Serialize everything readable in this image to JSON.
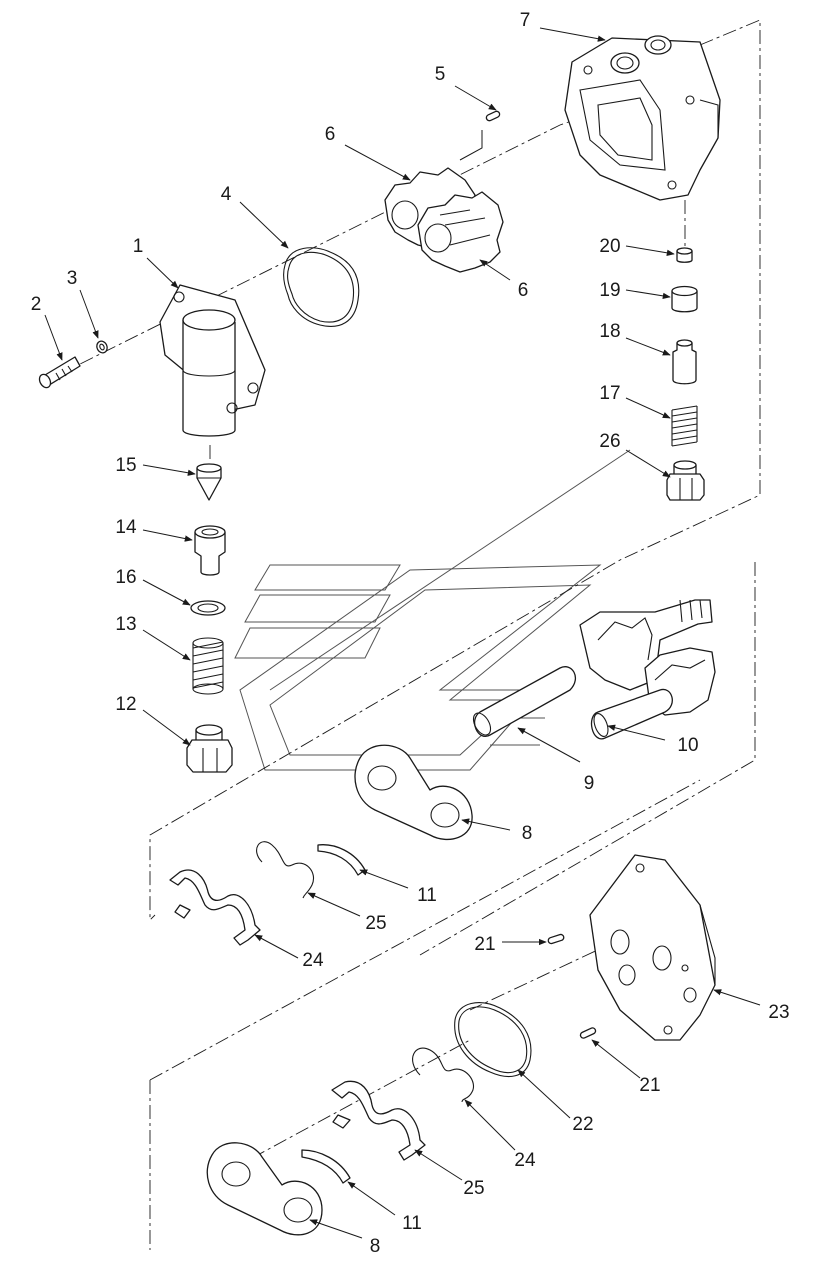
{
  "diagram": {
    "callouts": [
      {
        "id": "c7",
        "label": "7"
      },
      {
        "id": "c5",
        "label": "5"
      },
      {
        "id": "c6a",
        "label": "6"
      },
      {
        "id": "c6b",
        "label": "6"
      },
      {
        "id": "c4",
        "label": "4"
      },
      {
        "id": "c1",
        "label": "1"
      },
      {
        "id": "c3",
        "label": "3"
      },
      {
        "id": "c2",
        "label": "2"
      },
      {
        "id": "c20",
        "label": "20"
      },
      {
        "id": "c19",
        "label": "19"
      },
      {
        "id": "c18",
        "label": "18"
      },
      {
        "id": "c17",
        "label": "17"
      },
      {
        "id": "c26",
        "label": "26"
      },
      {
        "id": "c15",
        "label": "15"
      },
      {
        "id": "c14",
        "label": "14"
      },
      {
        "id": "c16",
        "label": "16"
      },
      {
        "id": "c13",
        "label": "13"
      },
      {
        "id": "c12",
        "label": "12"
      },
      {
        "id": "c10",
        "label": "10"
      },
      {
        "id": "c9",
        "label": "9"
      },
      {
        "id": "c8a",
        "label": "8"
      },
      {
        "id": "c11a",
        "label": "11"
      },
      {
        "id": "c25a",
        "label": "25"
      },
      {
        "id": "c24a",
        "label": "24"
      },
      {
        "id": "c21a",
        "label": "21"
      },
      {
        "id": "c23",
        "label": "23"
      },
      {
        "id": "c21b",
        "label": "21"
      },
      {
        "id": "c22",
        "label": "22"
      },
      {
        "id": "c24b",
        "label": "24"
      },
      {
        "id": "c25b",
        "label": "25"
      },
      {
        "id": "c11b",
        "label": "11"
      },
      {
        "id": "c8b",
        "label": "8"
      }
    ]
  }
}
